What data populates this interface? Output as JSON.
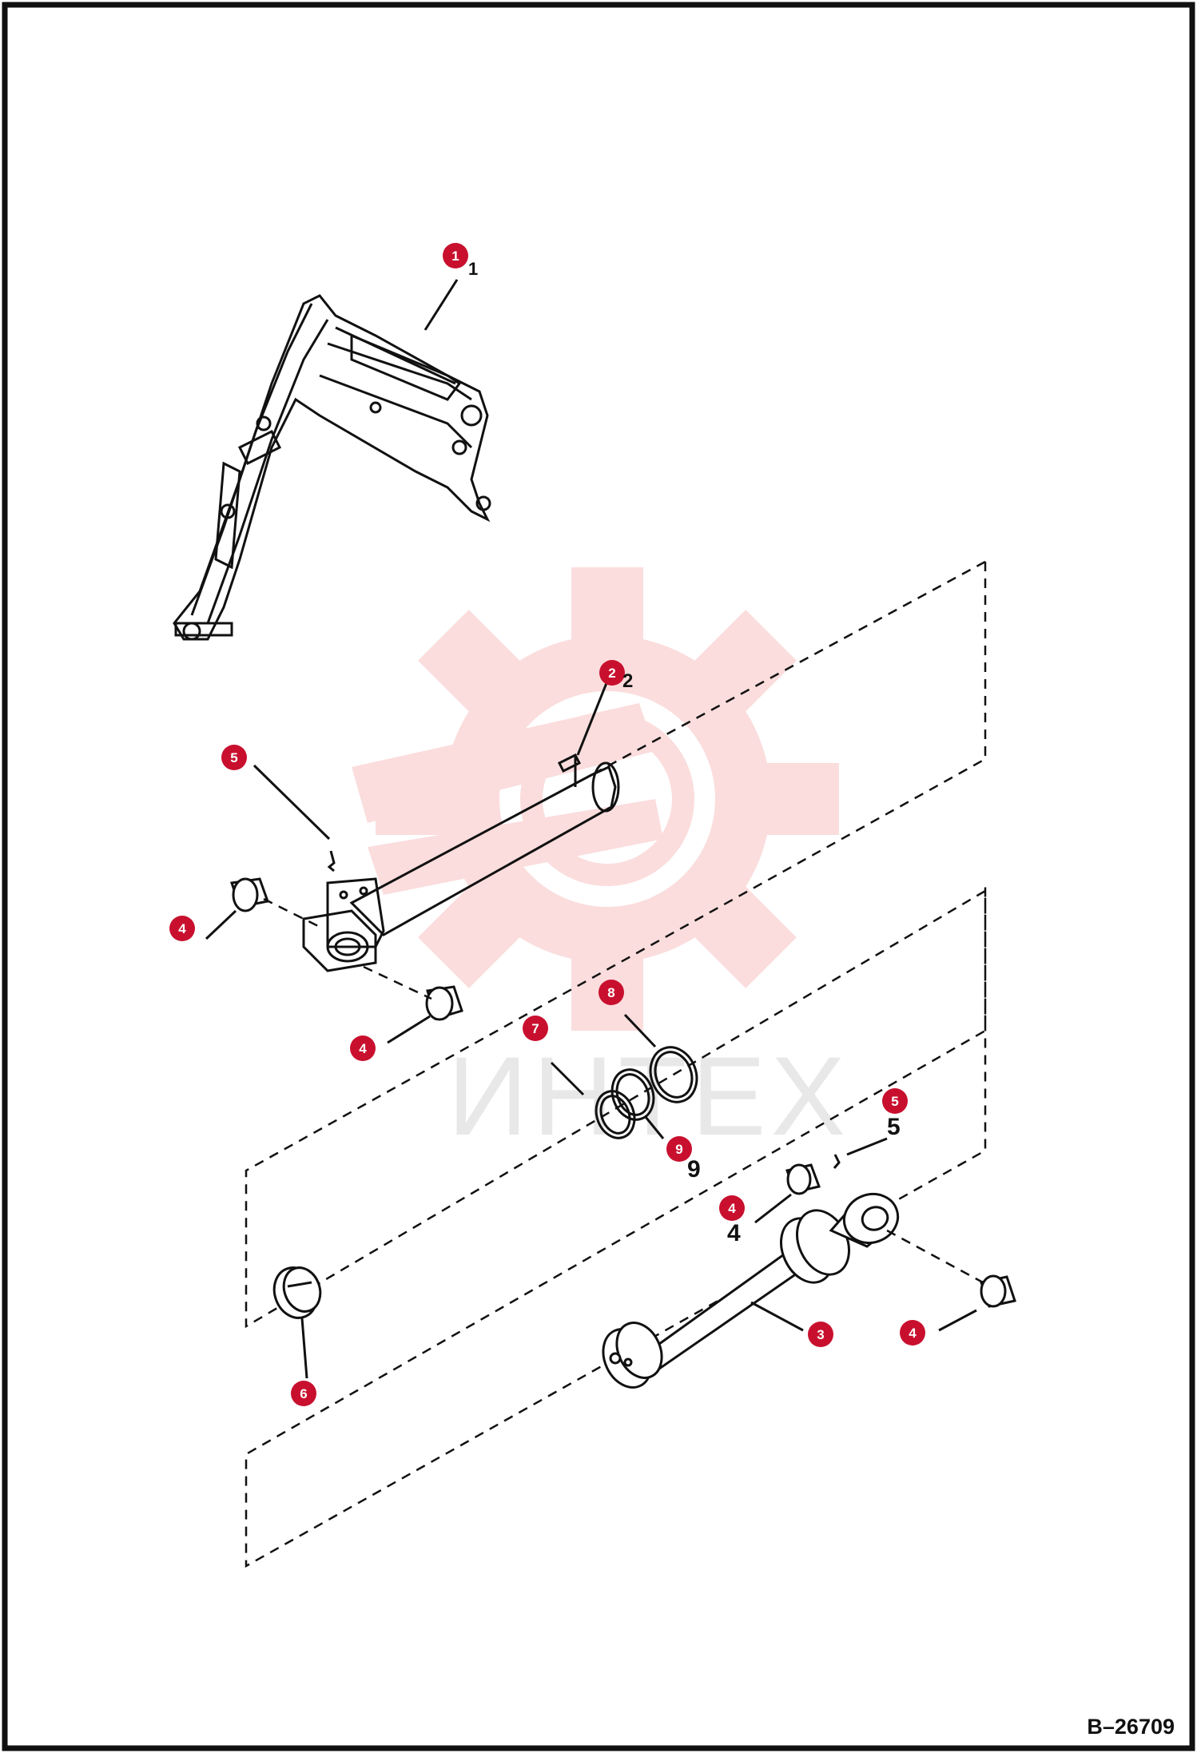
{
  "drawing_code": "B–26709",
  "watermark": {
    "text": "ИНТЕХ",
    "color": "#f7b4b4"
  },
  "colors": {
    "callout": "#c8102e",
    "line": "#111111"
  },
  "callouts": [
    {
      "id": "c1",
      "label": "1",
      "trailing": "1"
    },
    {
      "id": "c2",
      "label": "2",
      "trailing": "2"
    },
    {
      "id": "c3",
      "label": "3",
      "trailing": ""
    },
    {
      "id": "c4a",
      "label": "4",
      "trailing": ""
    },
    {
      "id": "c4b",
      "label": "4",
      "trailing": ""
    },
    {
      "id": "c4c",
      "label": "4",
      "trailing": "4"
    },
    {
      "id": "c4d",
      "label": "4",
      "trailing": ""
    },
    {
      "id": "c5a",
      "label": "5",
      "trailing": ""
    },
    {
      "id": "c5b",
      "label": "5",
      "trailing": "5"
    },
    {
      "id": "c6",
      "label": "6",
      "trailing": ""
    },
    {
      "id": "c7",
      "label": "7",
      "trailing": ""
    },
    {
      "id": "c8",
      "label": "8",
      "trailing": ""
    },
    {
      "id": "c9",
      "label": "9",
      "trailing": "9"
    }
  ]
}
